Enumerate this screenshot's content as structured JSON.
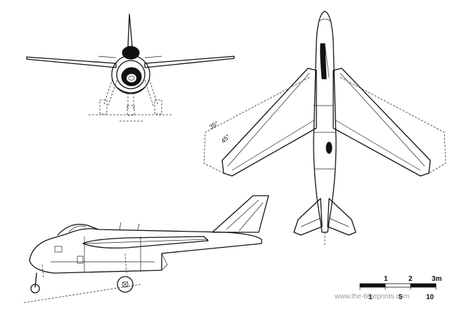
{
  "views": {
    "front": "front-view",
    "top": "top-view",
    "side": "side-view"
  },
  "sweep_angles": {
    "a": "35°",
    "b": "45°"
  },
  "scale": {
    "ticks_top": [
      "1",
      "2",
      "3m"
    ],
    "ticks_bottom": [
      "1",
      "5",
      "10"
    ]
  },
  "watermark": "www.the-blueprints.com"
}
